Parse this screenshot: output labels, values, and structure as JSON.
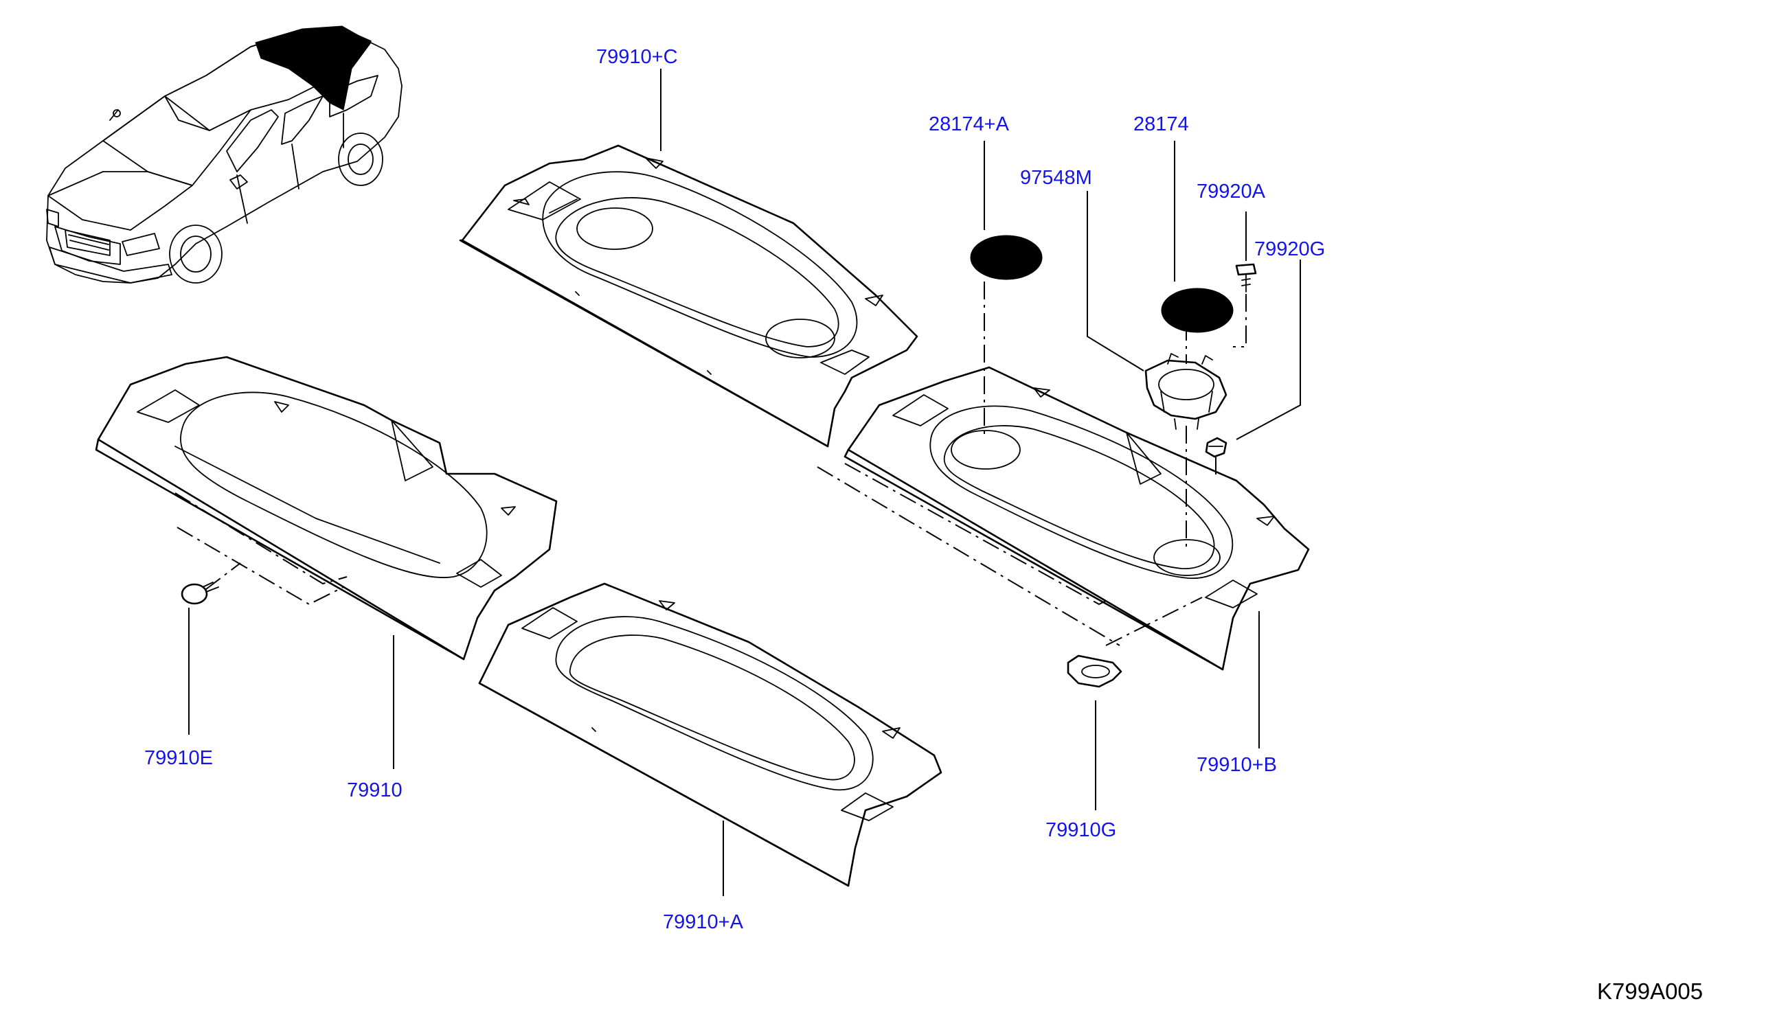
{
  "callouts": {
    "c_79910_C": "79910+C",
    "c_28174_A": "28174+A",
    "c_28174": "28174",
    "c_97548M": "97548M",
    "c_79920A": "79920A",
    "c_79920G": "79920G",
    "c_79910E": "79910E",
    "c_79910": "79910",
    "c_79910_A": "79910+A",
    "c_79910G": "79910G",
    "c_79910_B": "79910+B"
  },
  "figure_code": "K799A005",
  "colors": {
    "callout": "#1414e6",
    "lines": "#000000",
    "background": "#ffffff"
  }
}
